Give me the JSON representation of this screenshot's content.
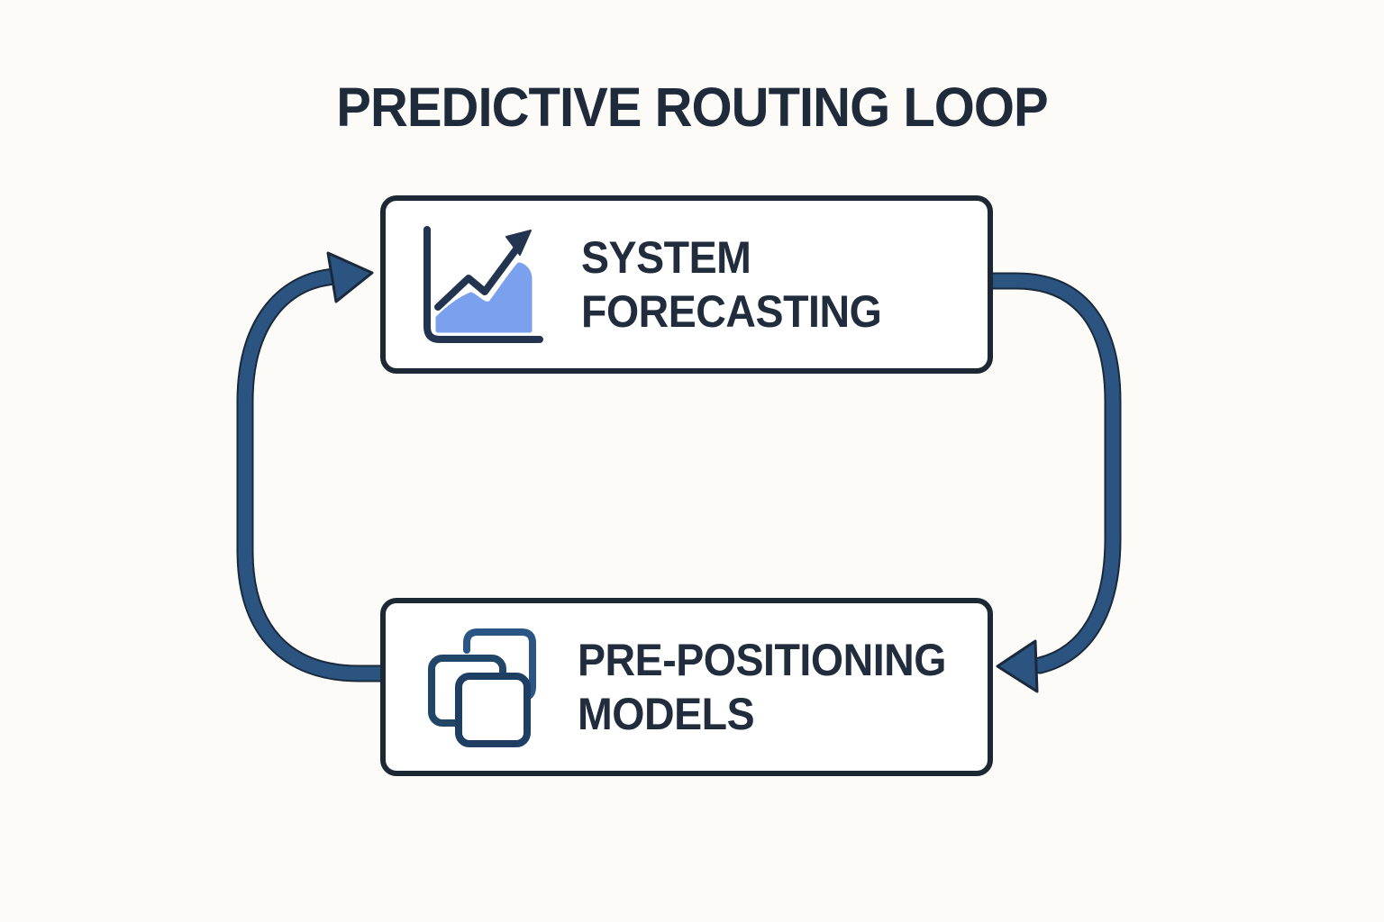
{
  "title": "PREDICTIVE ROUTING LOOP",
  "diagram": {
    "type": "cycle",
    "nodes": [
      {
        "id": "system-forecasting",
        "label": "SYSTEM\nFORECASTING",
        "icon": "trend-chart-icon"
      },
      {
        "id": "pre-positioning-models",
        "label": "PRE-POSITIONING\nMODELS",
        "icon": "overlapping-squares-icon"
      }
    ],
    "edges": [
      {
        "from": "pre-positioning-models",
        "to": "system-forecasting",
        "side": "left",
        "direction": "up"
      },
      {
        "from": "system-forecasting",
        "to": "pre-positioning-models",
        "side": "right",
        "direction": "down"
      }
    ],
    "colors": {
      "background": "#fcfbf7",
      "node_fill": "#ffffff",
      "node_border": "#1d2835",
      "text": "#212d3c",
      "arrow": "#2b5480",
      "arrow_outline": "#1a2a3c",
      "icon_navy": "#223450",
      "icon_blue_fill": "#7aa0ee"
    }
  }
}
